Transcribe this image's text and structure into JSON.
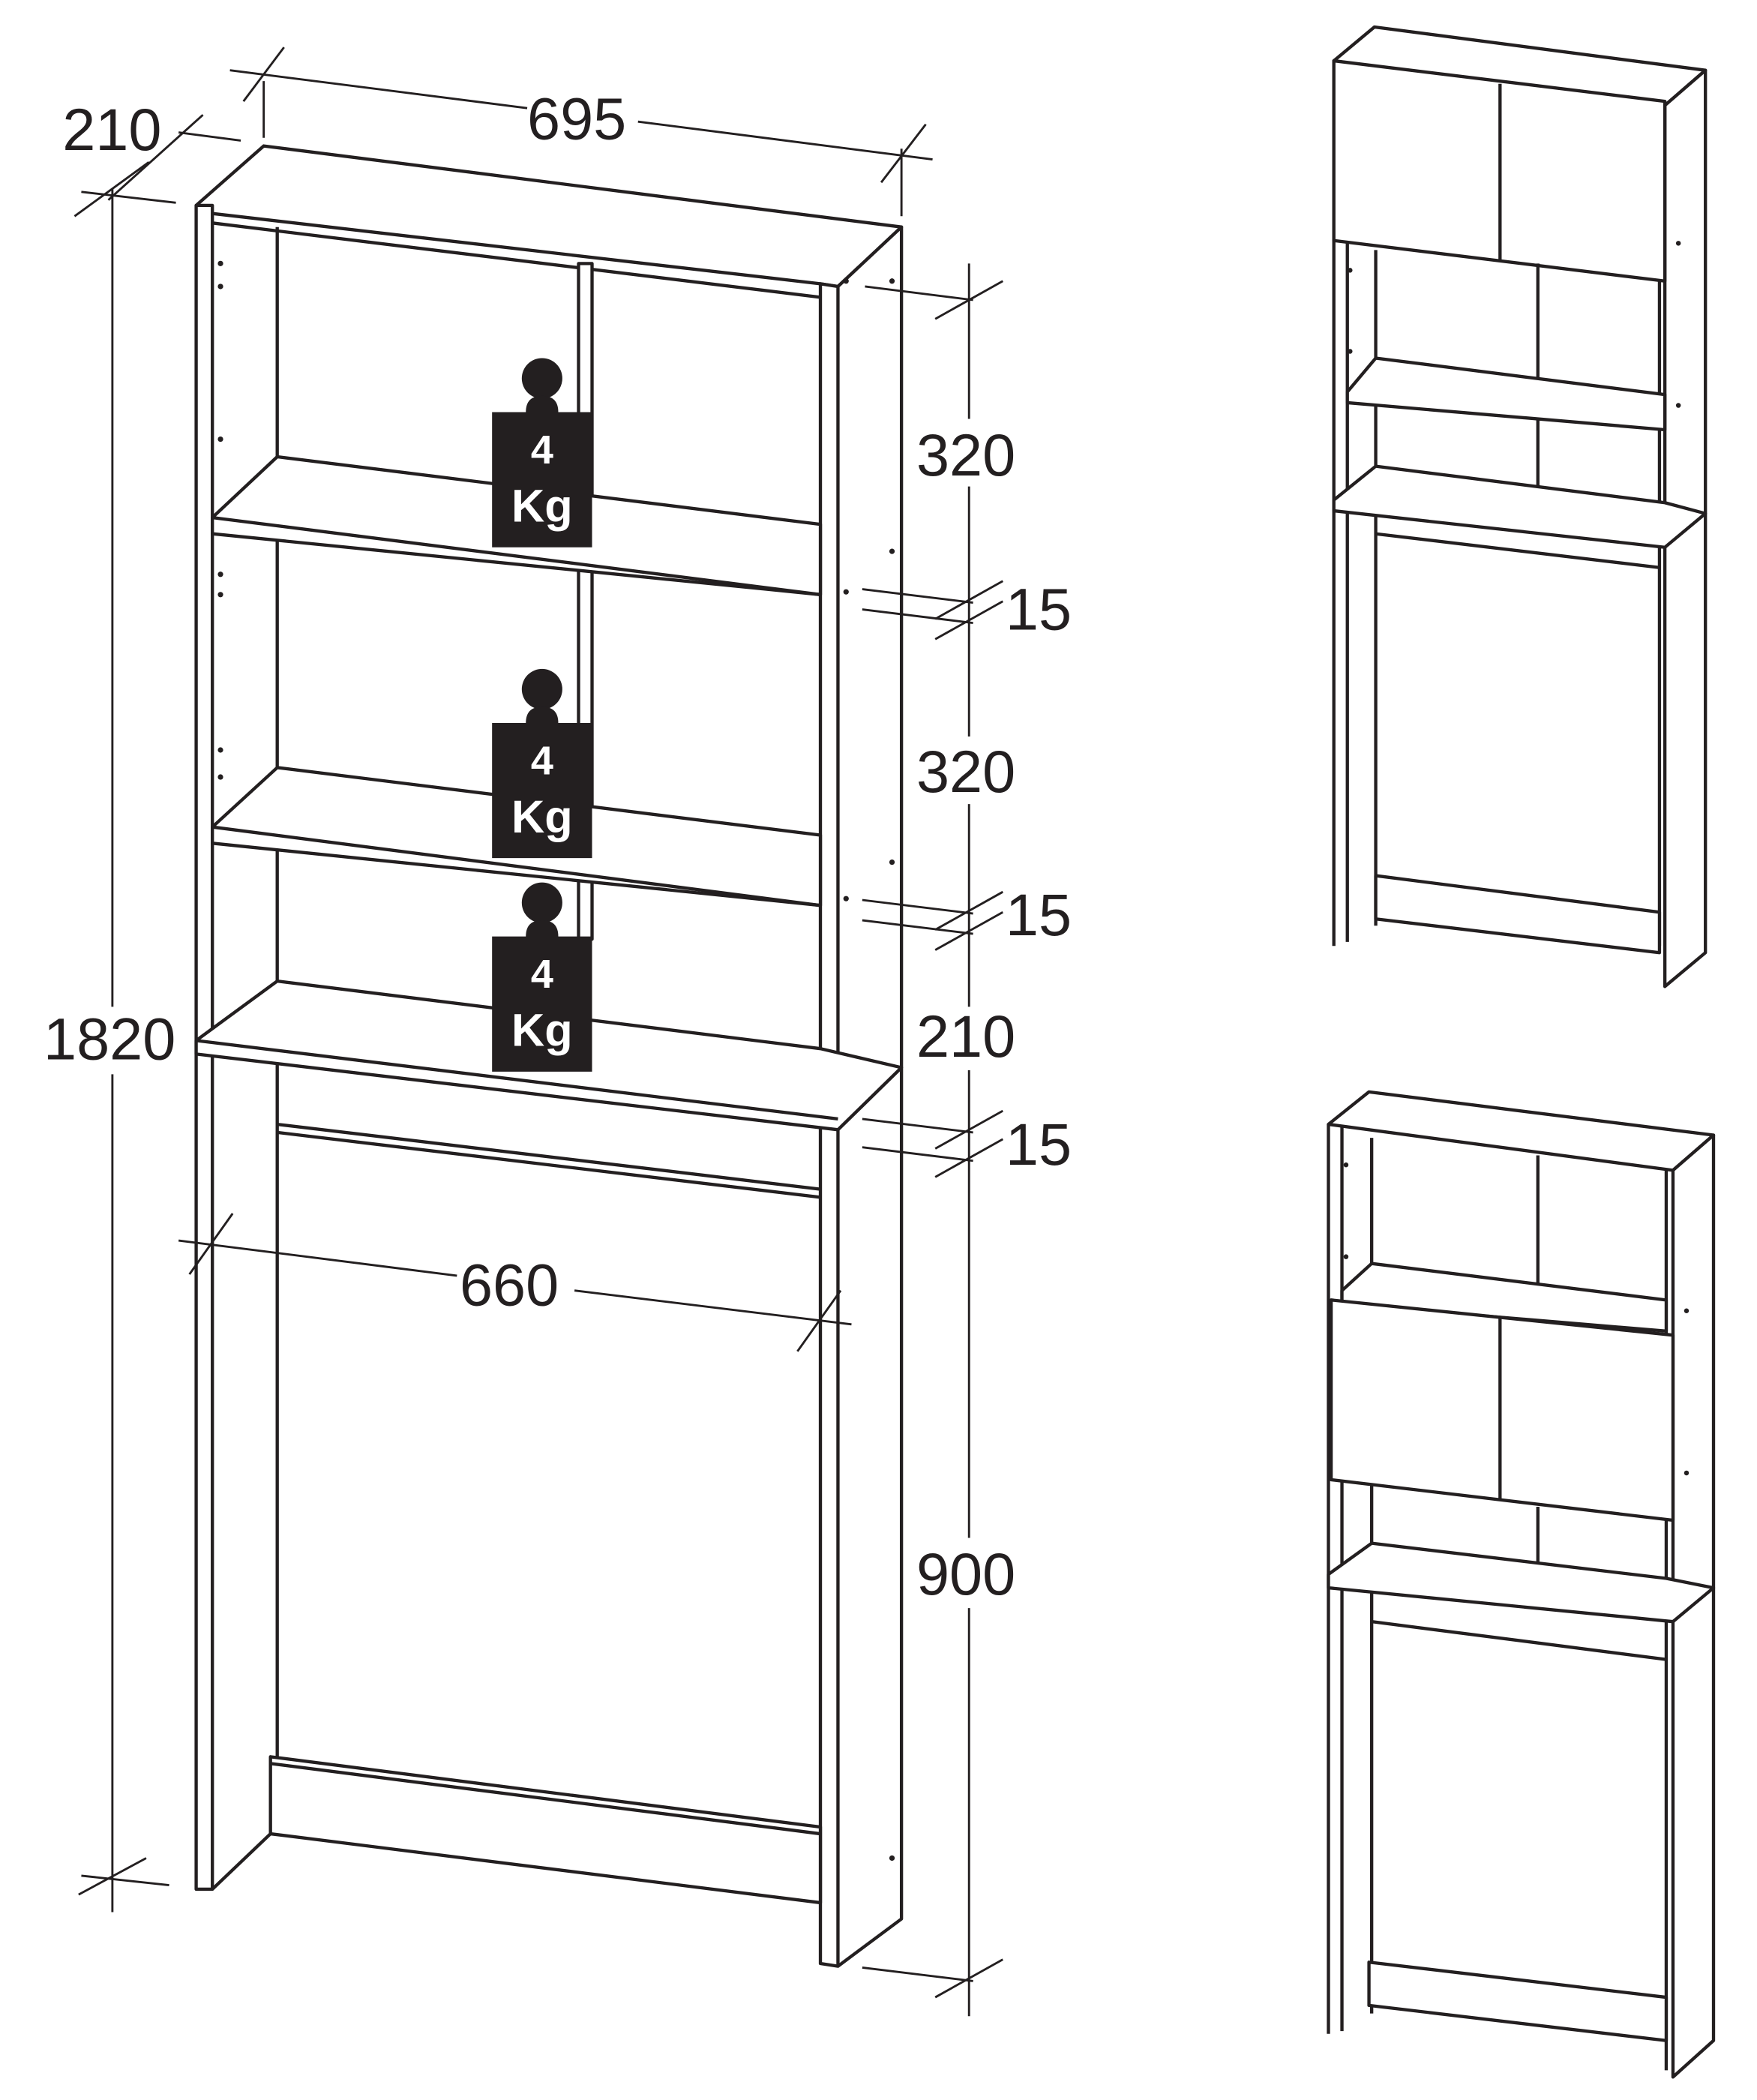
{
  "dimensions": {
    "total_width": "695",
    "depth": "210",
    "total_height": "1820",
    "compartment_1_height": "320",
    "shelf_1_thickness": "15",
    "compartment_2_height": "320",
    "shelf_2_thickness": "15",
    "compartment_3_height": "210",
    "shelf_3_thickness": "15",
    "inner_width": "660",
    "base_opening_height": "900"
  },
  "weight_badges": [
    {
      "value": "4",
      "unit": "Kg"
    },
    {
      "value": "4",
      "unit": "Kg"
    },
    {
      "value": "4",
      "unit": "Kg"
    }
  ],
  "colors": {
    "line": "#231f20",
    "badge": "#231f20"
  }
}
